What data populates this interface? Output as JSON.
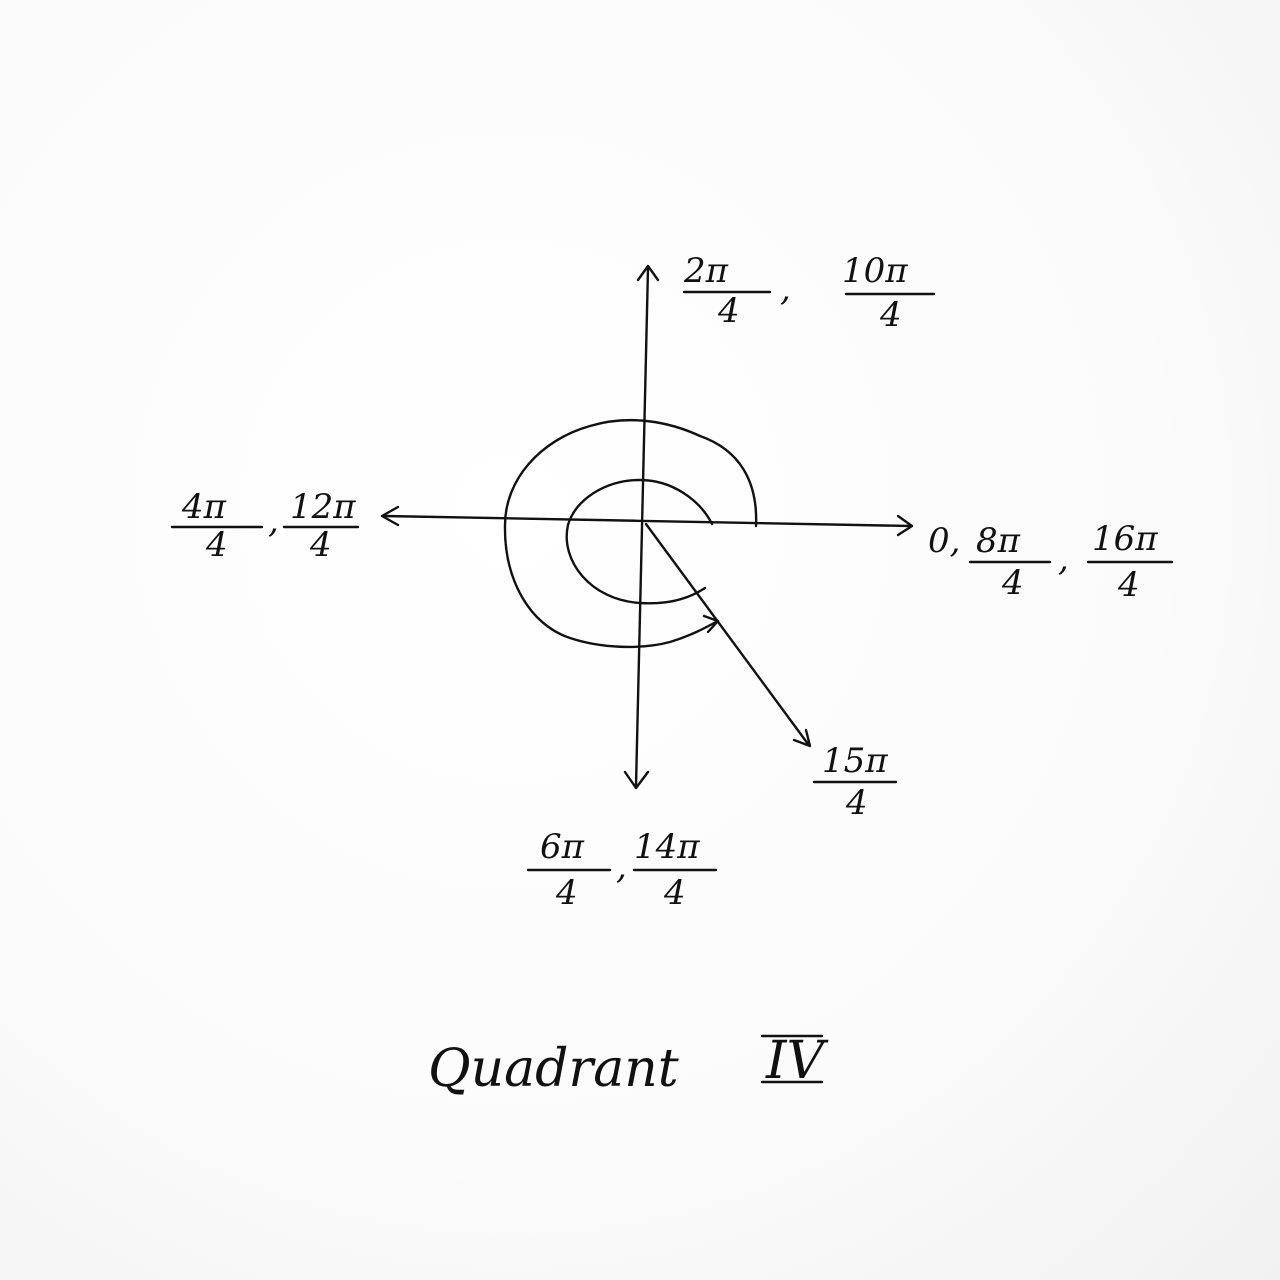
{
  "labels": {
    "top": {
      "a": {
        "num": "2π",
        "den": "4"
      },
      "b": {
        "num": "10π",
        "den": "4"
      },
      "sep": ","
    },
    "left": {
      "a": {
        "num": "4π",
        "den": "4"
      },
      "b": {
        "num": "12π",
        "den": "4"
      },
      "sep": ","
    },
    "right": {
      "zero": "0,",
      "a": {
        "num": "8π",
        "den": "4"
      },
      "b": {
        "num": "16π",
        "den": "4"
      },
      "sep": ","
    },
    "bottom": {
      "a": {
        "num": "6π",
        "den": "4"
      },
      "b": {
        "num": "14π",
        "den": "4"
      },
      "sep": ","
    },
    "ray": {
      "num": "15π",
      "den": "4"
    }
  },
  "title": {
    "word": "Quadrant",
    "numeral": "IV"
  }
}
